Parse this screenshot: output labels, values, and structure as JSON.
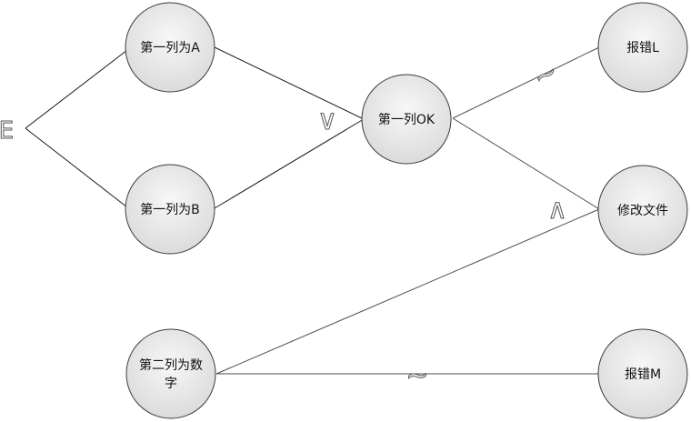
{
  "diagram": {
    "source_label": "E",
    "nodes": {
      "col1_a": "第一列为A",
      "col1_b": "第一列为B",
      "col1_ok": "第一列OK",
      "error_l": "报错L",
      "modify_file": "修改文件",
      "col2_number_line1": "第二列为数",
      "col2_number_line2": "字",
      "error_m": "报错M"
    },
    "operators": {
      "or": "∨",
      "and": "∧",
      "not_upper": "~",
      "not_lower": "~"
    }
  }
}
